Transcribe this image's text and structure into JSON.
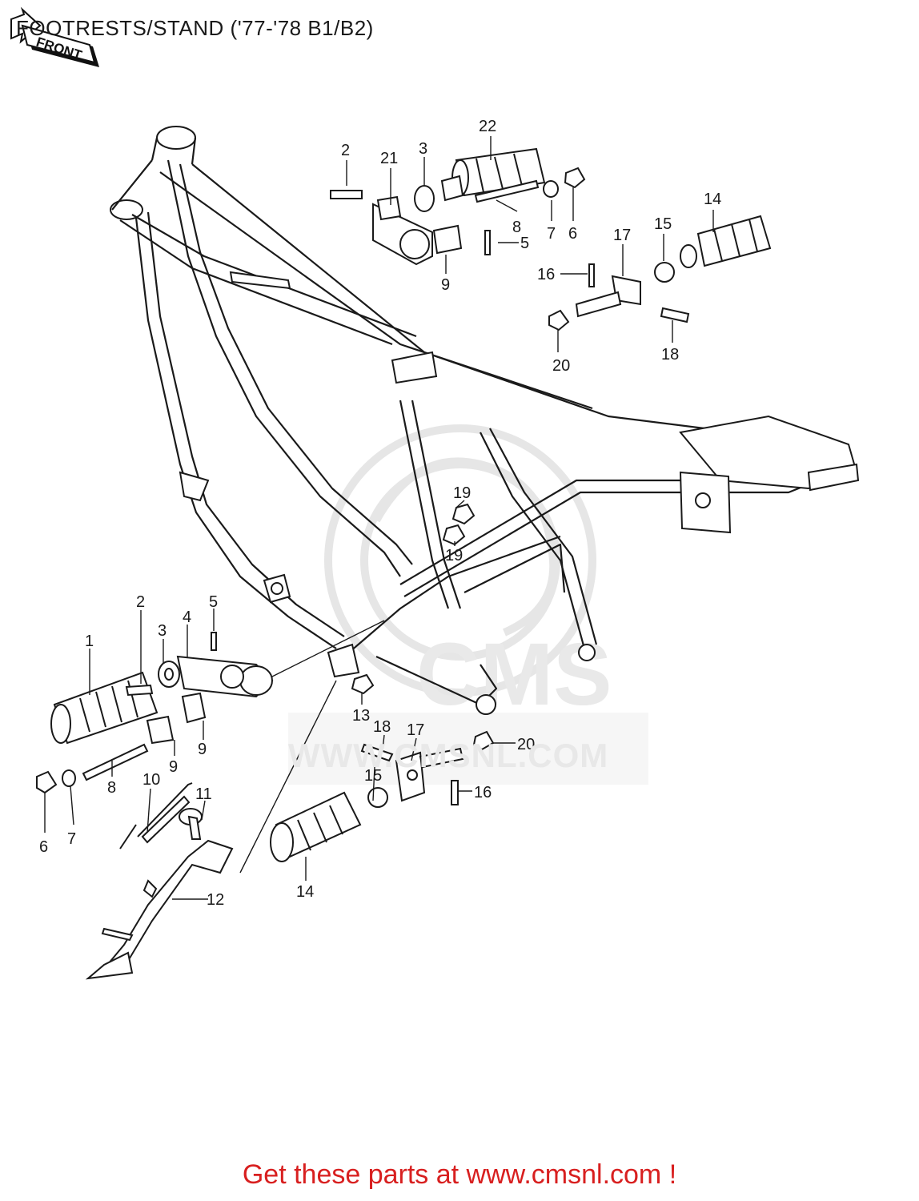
{
  "header": {
    "title": "FOOTRESTS/STAND ('77-'78 B1/B2)",
    "front_label": "FRONT"
  },
  "watermark": {
    "logo_text": "CMS",
    "url_text": "WWW.CMSNL.COM"
  },
  "callouts": {
    "c1": "1",
    "c2a": "2",
    "c2b": "2",
    "c3a": "3",
    "c3b": "3",
    "c4": "4",
    "c5a": "5",
    "c5b": "5",
    "c6a": "6",
    "c6b": "6",
    "c7a": "7",
    "c7b": "7",
    "c8a": "8",
    "c8b": "8",
    "c9a": "9",
    "c9b": "9",
    "c9c": "9",
    "c10": "10",
    "c11": "11",
    "c12": "12",
    "c13": "13",
    "c14a": "14",
    "c14b": "14",
    "c15a": "15",
    "c15b": "15",
    "c16a": "16",
    "c16b": "16",
    "c17a": "17",
    "c17b": "17",
    "c18a": "18",
    "c18b": "18",
    "c19a": "19",
    "c19b": "19",
    "c20a": "20",
    "c20b": "20",
    "c21": "21",
    "c22": "22"
  },
  "footer": {
    "cta": "Get these parts at www.cmsnl.com !",
    "cta_color": "#d81f1f"
  }
}
